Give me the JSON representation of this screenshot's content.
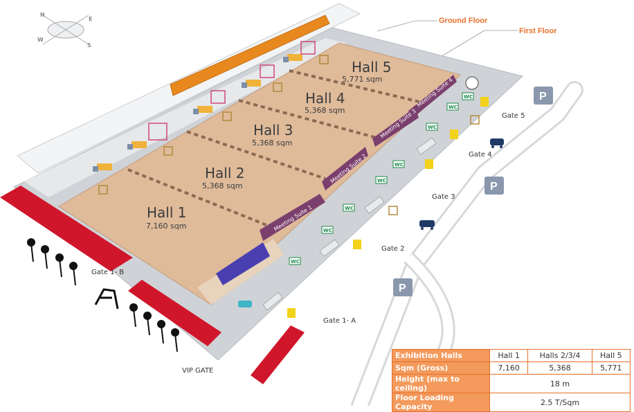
{
  "floors": {
    "ground": "Ground Floor",
    "first": "First Floor"
  },
  "halls": [
    {
      "name": "Hall 1",
      "area": "7,160 sqm"
    },
    {
      "name": "Hall 2",
      "area": "5,368 sqm"
    },
    {
      "name": "Hall 3",
      "area": "5,368 sqm"
    },
    {
      "name": "Hall 4",
      "area": "5,368 sqm"
    },
    {
      "name": "Hall 5",
      "area": "5,771 sqm"
    }
  ],
  "meeting_suites": [
    "Meeting Suite 1",
    "Meeting Suite 2",
    "Meeting Suite 3",
    "Meeting Suite 4"
  ],
  "gates": {
    "gate_1a": "Gate 1- A",
    "gate_1b": "Gate 1- B",
    "gate_2": "Gate 2",
    "gate_3": "Gate 3",
    "gate_4": "Gate 4",
    "gate_5": "Gate 5",
    "vip": "VIP GATE"
  },
  "wc_label": "WC",
  "parking_label": "P",
  "compass": {
    "n": "N",
    "e": "E",
    "s": "S",
    "w": "W"
  },
  "colors": {
    "hall_floor": "#dfbb9a",
    "meeting_suite": "#7b3f6e",
    "vip_block": "#4a3fb0",
    "mezzanine": "#e8891f",
    "red_strip": "#d0162a",
    "table_header": "#f39a5c",
    "wc_green": "#1a8a4a",
    "parking": "#8a97ad"
  },
  "table": {
    "header": [
      "Exhibition Halls",
      "Hall 1",
      "Halls 2/3/4",
      "Hall 5"
    ],
    "rows": [
      {
        "label": "Sqm (Gross)",
        "values": [
          "7,160",
          "5,368",
          "5,771"
        ]
      },
      {
        "label": "Height (max to ceiling)",
        "value": "18 m"
      },
      {
        "label": "Floor Loading Capacity",
        "value": "2.5 T/Sqm"
      }
    ]
  }
}
